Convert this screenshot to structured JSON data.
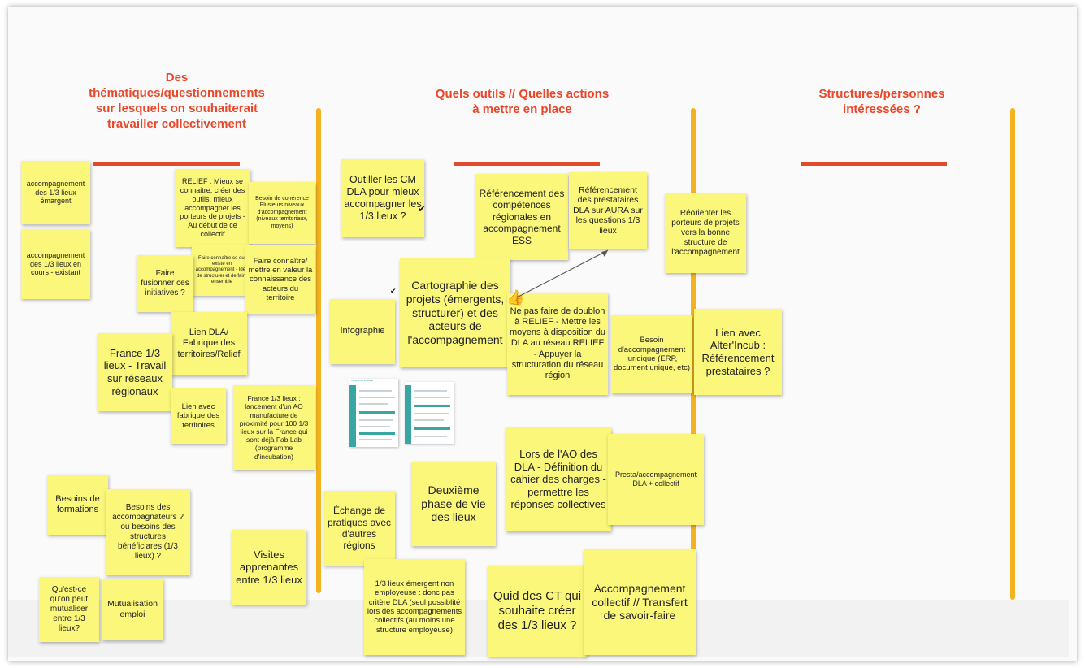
{
  "columns": {
    "col1_title": "Des\nthématiques/questionnements\nsur lesquels on souhaiterait\ntravailler collectivement",
    "col2_title": "Quels outils // Quelles actions\nà mettre en place",
    "col3_title": "Structures/personnes\nintéressées ?"
  },
  "notes": {
    "n1": "accompagnement des 1/3 lieux émargent",
    "n2": "accompagnement des 1/3 lieux en cours - existant",
    "n3": "RELIEF : Mieux se connaitre, créer des outils, mieux accompagner les porteurs de projets - Au début de ce collectif",
    "n4": "Besoin de cohérence Plusieurs niveaux d'accompagnement (niveaux territoriaux, moyens)",
    "n5": "Faire connaître ce qui existe en accompagnement - Idée de structurer et de faire ensemble",
    "n6": "Faire fusionner ces initiatives ?",
    "n7": "Faire connaître/ mettre en valeur la connaissance des acteurs du territoire",
    "n8": "Lien DLA/ Fabrique des territoires/Relief",
    "n9": "France 1/3 lieux - Travail sur réseaux régionaux",
    "n10": "Lien avec fabrique des territoires",
    "n11": "France 1/3 lieux : lancement d'un AO manufacture de proximité pour 100 1/3 lieux sur la France qui sont déjà Fab Lab (programme d'incubation)",
    "n12": "Besoins de formations",
    "n13": "Besoins des accompagnateurs ? ou besoins des structures bénéficiares (1/3 lieux) ?",
    "n14": "Visites apprenantes entre 1/3 lieux",
    "n15": "Qu'est-ce qu'on peut mutualiser entre 1/3 lieux?",
    "n16": "Mutualisation emploi",
    "n17": "Outiller les CM DLA pour mieux accompagner les 1/3 lieux ?",
    "n18": "Référencement des compétences régionales en accompagnement ESS",
    "n19": "Référencement des prestataires DLA sur AURA sur les questions 1/3 lieux",
    "n20": "Cartographie des projets (émergents, structurer) et des acteurs de l'accompagnement",
    "n21": "Infographie",
    "n22": "Ne pas faire de doublon à RELIEF - Mettre les moyens à disposition du DLA au réseau RELIEF - Appuyer la structuration du réseau région",
    "n23": "Lors de l'AO des DLA - Définition du cahier des charges - permettre les réponses collectives",
    "n24": "Deuxième phase de vie des lieux",
    "n25": "Échange de pratiques avec d'autres régions",
    "n26": "1/3 lieux émergent non employeuse : donc pas critère DLA (seul possiblité lors des accompagnements collectifs (au moins une structure employeuse)",
    "n27": "Quid des CT qui souhaite créer des 1/3 lieux ?",
    "n28": "Accompagnement collectif // Transfert de savoir-faire",
    "n29": "Réorienter les porteurs de projets vers la bonne structure de l'accompagnement",
    "n30": "Besoin d'accompagnement juridique (ERP, document unique, etc)",
    "n31": "Lien avec Alter'Incub : Référencement prestataires ?",
    "n32": "Presta/accompagnement DLA + collectif"
  },
  "thumbnail_title": "Infographie exemple",
  "colors": {
    "sticky": "#fbf77a",
    "header": "#e8472a",
    "divider": "#f4b21f"
  }
}
